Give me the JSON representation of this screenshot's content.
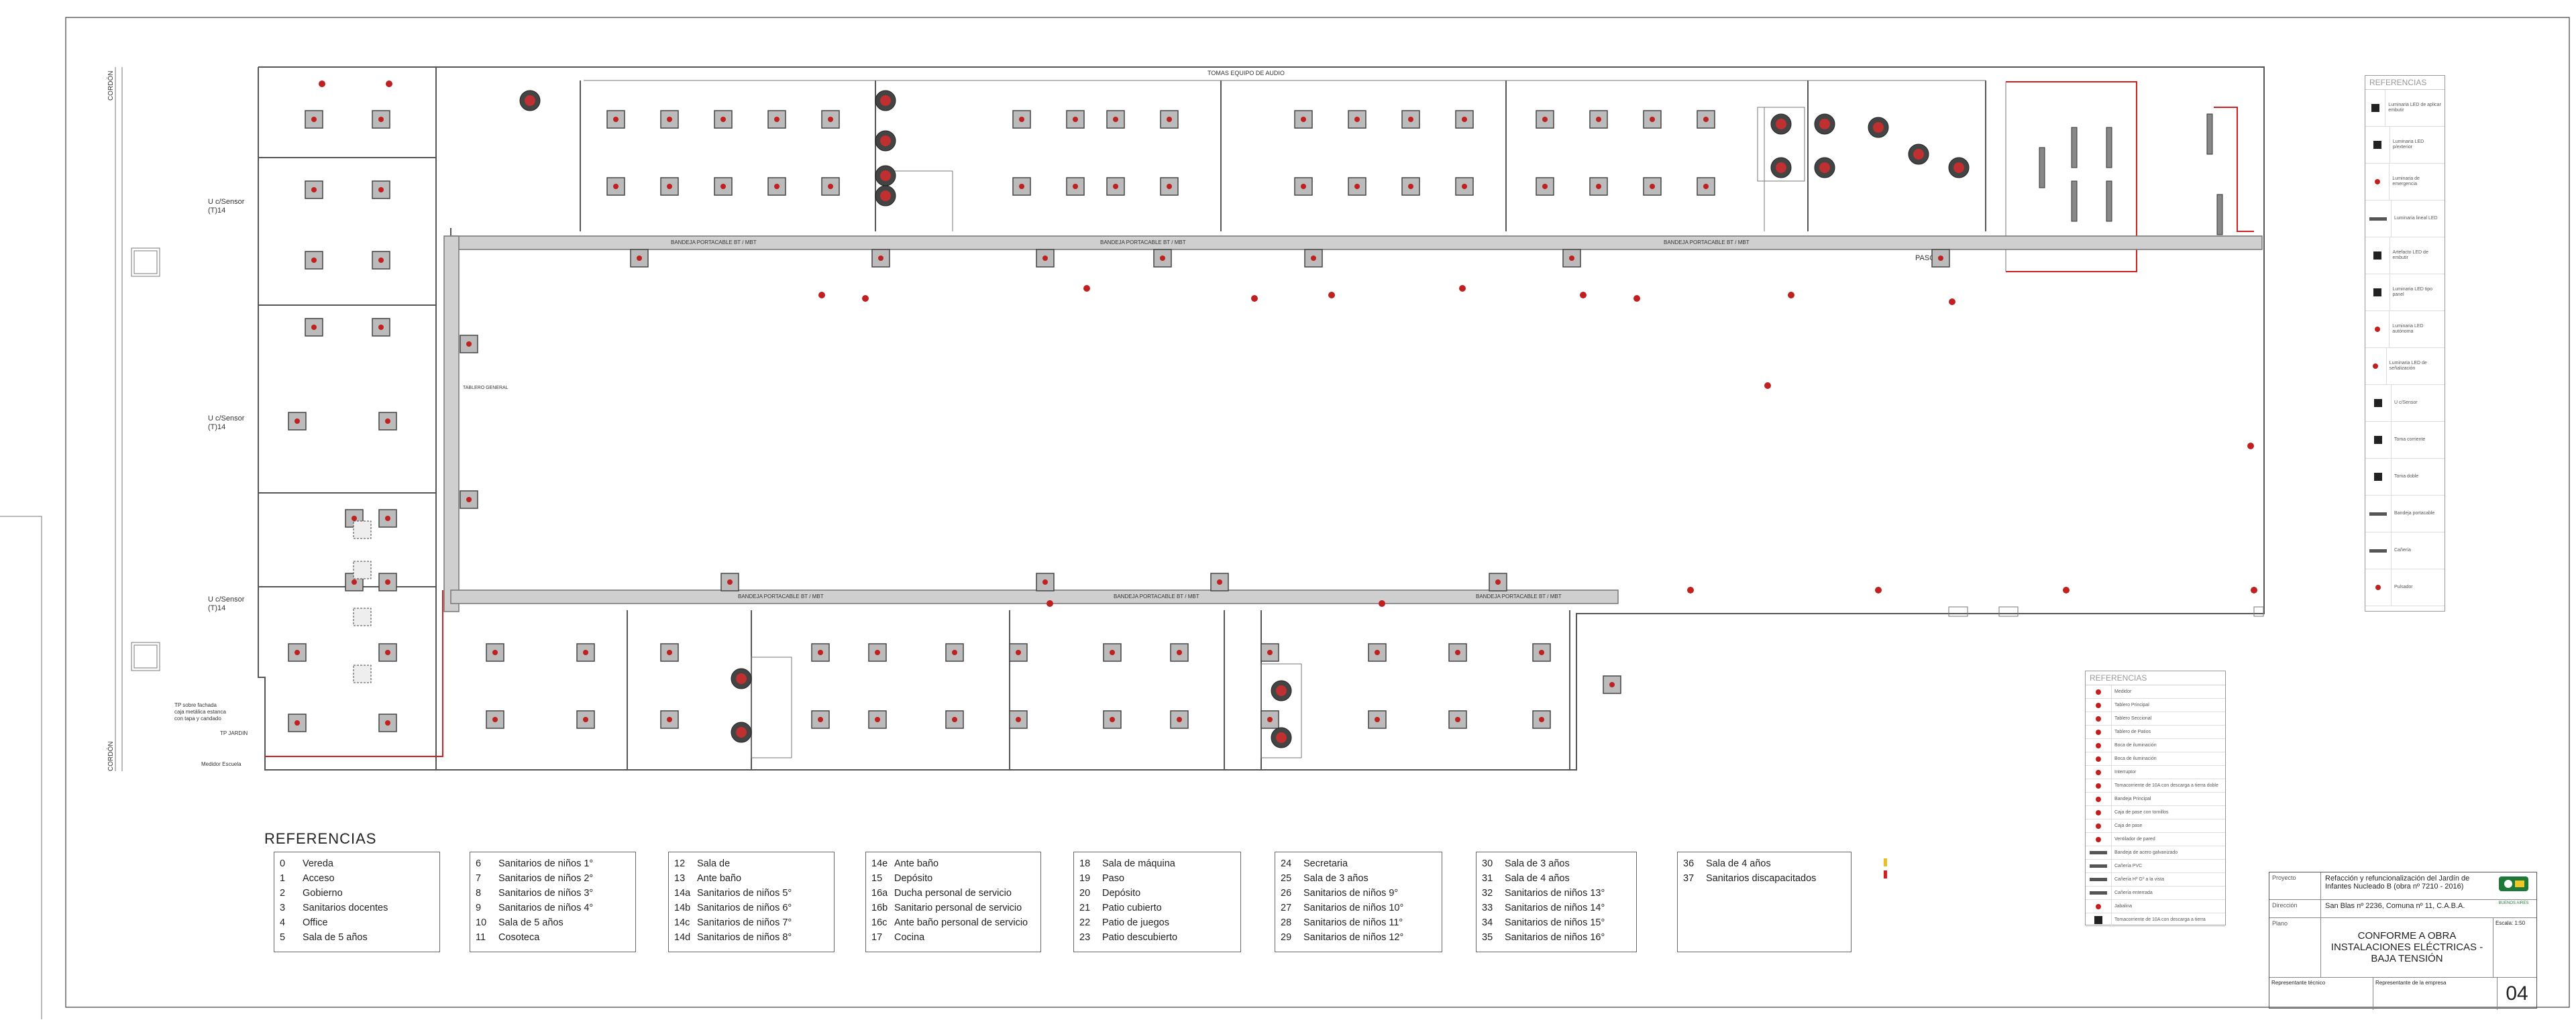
{
  "diagram": {
    "corridor_label": "CORDÓN",
    "top_tray_label": "TOMAS EQUIPO DE AUDIO",
    "tray_label": "BANDEJA PORTACABLE BT / MBT",
    "paso_label": "PASO",
    "sensor_label": "U c/Sensor",
    "sensor_circuit": "(T)14",
    "tablero_label": "TABLERO GENERAL",
    "tp_note_1": "TP sobre fachada",
    "tp_note_2": "caja metálica estanca",
    "tp_note_3": "con tapa y candado",
    "tp_jardin": "TP JARDIN",
    "medidor": "Medidor Escuela"
  },
  "references": {
    "title": "REFERENCIAS",
    "columns": [
      [
        {
          "n": "0",
          "t": "Vereda"
        },
        {
          "n": "1",
          "t": "Acceso"
        },
        {
          "n": "2",
          "t": "Gobierno"
        },
        {
          "n": "3",
          "t": "Sanitarios docentes"
        },
        {
          "n": "4",
          "t": "Office"
        },
        {
          "n": "5",
          "t": "Sala de 5 años"
        }
      ],
      [
        {
          "n": "6",
          "t": "Sanitarios de niños 1°"
        },
        {
          "n": "7",
          "t": "Sanitarios de niños 2°"
        },
        {
          "n": "8",
          "t": "Sanitarios de niños 3°"
        },
        {
          "n": "9",
          "t": "Sanitarios de niños 4°"
        },
        {
          "n": "10",
          "t": "Sala de 5 años"
        },
        {
          "n": "11",
          "t": "Cosoteca"
        }
      ],
      [
        {
          "n": "12",
          "t": "Sala de"
        },
        {
          "n": "13",
          "t": "Ante baño"
        },
        {
          "n": "14a",
          "t": "Sanitarios de niños 5°"
        },
        {
          "n": "14b",
          "t": "Sanitarios de niños 6°"
        },
        {
          "n": "14c",
          "t": "Sanitarios de niños 7°"
        },
        {
          "n": "14d",
          "t": "Sanitarios de niños 8°"
        }
      ],
      [
        {
          "n": "14e",
          "t": "Ante baño"
        },
        {
          "n": "15",
          "t": "Depósito"
        },
        {
          "n": "16a",
          "t": "Ducha personal de servicio"
        },
        {
          "n": "16b",
          "t": "Sanitario personal de servicio"
        },
        {
          "n": "16c",
          "t": "Ante baño personal de servicio"
        },
        {
          "n": "17",
          "t": "Cocina"
        }
      ],
      [
        {
          "n": "18",
          "t": "Sala de máquina"
        },
        {
          "n": "19",
          "t": "Paso"
        },
        {
          "n": "20",
          "t": "Depósito"
        },
        {
          "n": "21",
          "t": "Patio cubierto"
        },
        {
          "n": "22",
          "t": "Patio de juegos"
        },
        {
          "n": "23",
          "t": "Patio descubierto"
        }
      ],
      [
        {
          "n": "24",
          "t": "Secretaria"
        },
        {
          "n": "25",
          "t": "Sala de 3 años"
        },
        {
          "n": "26",
          "t": "Sanitarios de niños 9°"
        },
        {
          "n": "27",
          "t": "Sanitarios de niños 10°"
        },
        {
          "n": "28",
          "t": "Sanitarios de niños 11°"
        },
        {
          "n": "29",
          "t": "Sanitarios de niños 12°"
        }
      ],
      [
        {
          "n": "30",
          "t": "Sala de 3 años"
        },
        {
          "n": "31",
          "t": "Sala de 4 años"
        },
        {
          "n": "32",
          "t": "Sanitarios de niños 13°"
        },
        {
          "n": "33",
          "t": "Sanitarios de niños 14°"
        },
        {
          "n": "34",
          "t": "Sanitarios de niños 15°"
        },
        {
          "n": "35",
          "t": "Sanitarios de niños 16°"
        }
      ],
      [
        {
          "n": "36",
          "t": "Sala de 4 años"
        },
        {
          "n": "37",
          "t": "Sanitarios discapacitados"
        }
      ]
    ]
  },
  "symbols_legend": {
    "title": "REFERENCIAS",
    "items": [
      {
        "icon": "square-box-icon",
        "text": "Luminaria LED de aplicar embutir"
      },
      {
        "icon": "square-box-icon",
        "text": "Luminaria LED p/exterior"
      },
      {
        "icon": "circle-icon",
        "text": "Luminaria de emergencia"
      },
      {
        "icon": "bar-icon",
        "text": "Luminaria lineal LED"
      },
      {
        "icon": "square-box-icon",
        "text": "Artefacto LED de embutir"
      },
      {
        "icon": "double-square-icon",
        "text": "Luminaria LED tipo panel"
      },
      {
        "icon": "circle-icon",
        "text": "Luminaria LED autónoma"
      },
      {
        "icon": "circle-icon",
        "text": "Luminaria LED de señalización"
      },
      {
        "icon": "sensor-icon",
        "text": "U c/Sensor"
      },
      {
        "icon": "outlet-icon",
        "text": "Toma corriente"
      },
      {
        "icon": "outlet-icon",
        "text": "Toma doble"
      },
      {
        "icon": "bar-icon",
        "text": "Bandeja portacable"
      },
      {
        "icon": "bar-icon",
        "text": "Cañería"
      },
      {
        "icon": "circle-icon",
        "text": "Pulsador"
      }
    ]
  },
  "legend2": {
    "title": "REFERENCIAS",
    "items": [
      {
        "icon": "circle-icon",
        "text": "Medidor"
      },
      {
        "icon": "circle-icon",
        "text": "Tablero Principal"
      },
      {
        "icon": "circle-icon",
        "text": "Tablero Seccional"
      },
      {
        "icon": "circle-icon",
        "text": "Tablero de Patios"
      },
      {
        "icon": "circle-icon",
        "text": "Boca de iluminación"
      },
      {
        "icon": "circle-icon",
        "text": "Boca de iluminación"
      },
      {
        "icon": "circle-icon",
        "text": "Interruptor"
      },
      {
        "icon": "circle-icon",
        "text": "Tomacorriente de 10A con descarga a tierra doble"
      },
      {
        "icon": "circle-icon",
        "text": "Bandeja Principal"
      },
      {
        "icon": "circle-icon",
        "text": "Caja de pase con tornillos"
      },
      {
        "icon": "circle-icon",
        "text": "Caja de pase"
      },
      {
        "icon": "circle-icon",
        "text": "Ventilador de pared"
      },
      {
        "icon": "bar-icon",
        "text": "Bandeja de acero galvanizado"
      },
      {
        "icon": "bar-icon",
        "text": "Cañería PVC"
      },
      {
        "icon": "bar-icon",
        "text": "Cañería Hº Gº a la vista"
      },
      {
        "icon": "bar-icon",
        "text": "Cañería enterrada"
      },
      {
        "icon": "circle-icon",
        "text": "Jabalina"
      },
      {
        "icon": "square-box-icon",
        "text": "Tomacorriente de 10A con descarga a tierra"
      }
    ]
  },
  "title_block": {
    "proyecto_label": "Proyecto",
    "proyecto": "Refacción y refuncionalización del Jardín de Infantes Nucleado B (obra nº 7210 - 2016)",
    "direccion_label": "Dirección",
    "direccion": "San Blas nº 2236, Comuna nº 11, C.A.B.A.",
    "plano_label": "Plano",
    "plano_1": "CONFORME A OBRA",
    "plano_2": "INSTALACIONES ELÉCTRICAS - BAJA TENSIÓN",
    "escala": "Escala: 1:50",
    "rep_tecnico": "Representante técnico",
    "rep_empresa": "Representante de la empresa",
    "sheet": "04",
    "logo": "BUENOS AIRES"
  }
}
